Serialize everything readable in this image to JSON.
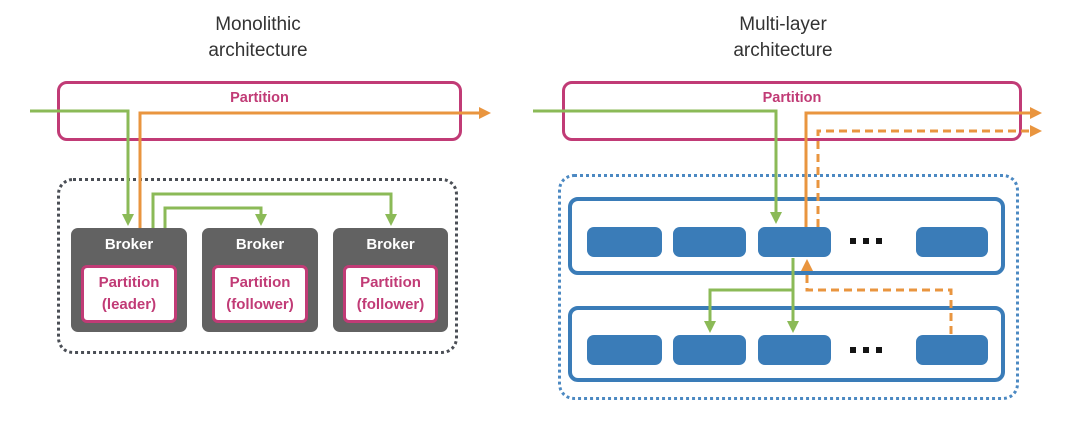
{
  "colors": {
    "pink": "#C13B76",
    "green": "#8BBA57",
    "orange": "#E9953F",
    "blue": "#3A7CB8",
    "blue-dot": "#4C89C2",
    "gray": "#626262",
    "dark-dot": "#4A4E55",
    "title": "#333333",
    "white": "#ffffff",
    "ellipsis": "#141414"
  },
  "left": {
    "title": [
      "Monolithic",
      "architecture"
    ],
    "partition_label": "Partition",
    "brokers": [
      {
        "label": "Broker",
        "partition_line1": "Partition",
        "partition_line2": "(leader)"
      },
      {
        "label": "Broker",
        "partition_line1": "Partition",
        "partition_line2": "(follower)"
      },
      {
        "label": "Broker",
        "partition_line1": "Partition",
        "partition_line2": "(follower)"
      }
    ]
  },
  "right": {
    "title": [
      "Multi-layer",
      "architecture"
    ],
    "partition_label": "Partition",
    "layers": [
      {
        "ellipsis": "..."
      },
      {
        "ellipsis": "..."
      }
    ]
  }
}
